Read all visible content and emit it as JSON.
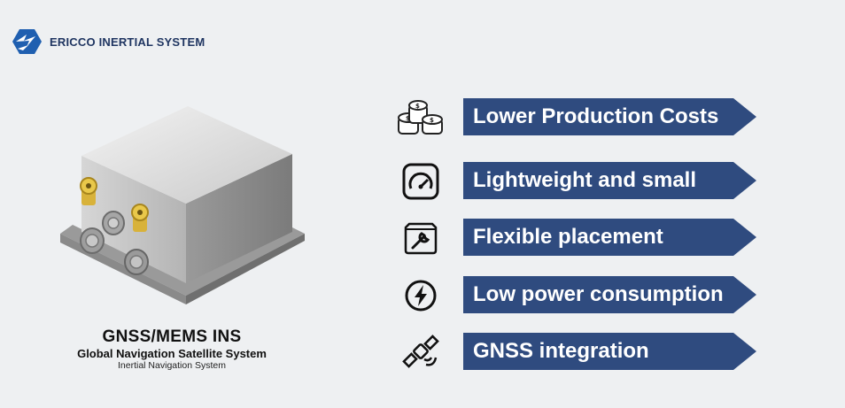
{
  "brand": {
    "name": "ERICCO INERTIAL SYSTEM",
    "logo_icon": "ericco-logo-icon"
  },
  "product": {
    "title": "GNSS/MEMS INS",
    "subtitle": "Global Navigation Satellite System",
    "subtitle2": "Inertial Navigation System"
  },
  "features": [
    {
      "label": "Lower Production Costs",
      "icon": "coins-icon"
    },
    {
      "label": "Lightweight and small",
      "icon": "gauge-icon"
    },
    {
      "label": "Flexible placement",
      "icon": "wrench-icon"
    },
    {
      "label": "Low power consumption",
      "icon": "power-bolt-icon"
    },
    {
      "label": "GNSS integration",
      "icon": "satellite-icon"
    }
  ],
  "colors": {
    "banner": "#2f4b7f",
    "brand_text": "#1f3561",
    "background": "#eef0f2"
  }
}
